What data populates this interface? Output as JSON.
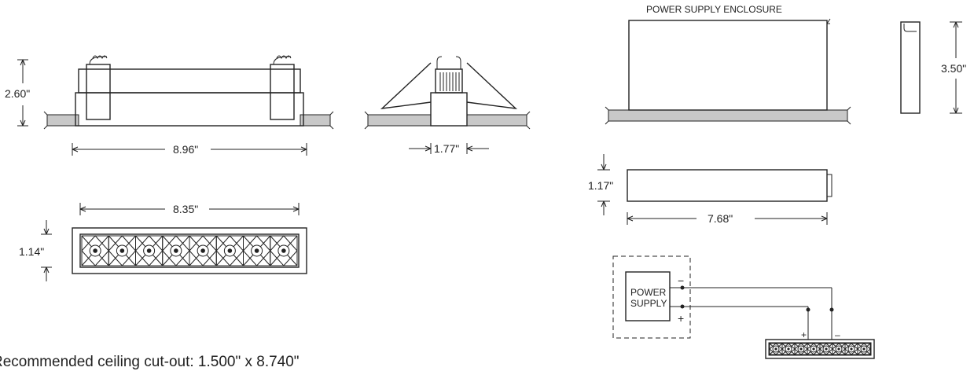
{
  "dimensions": {
    "side_height": "2.60\"",
    "side_width": "8.96\"",
    "end_width": "1.77\"",
    "bottom_length": "8.35\"",
    "bottom_height": "1.14\"",
    "ps_height": "3.50\"",
    "ps_side_height": "1.17\"",
    "ps_length": "7.68\""
  },
  "labels": {
    "enclosure_title": "POWER SUPPLY ENCLOSURE",
    "power_line1": "POWER",
    "power_line2": "SUPPLY",
    "minus": "−",
    "plus": "+",
    "minus_small": "–",
    "plus_small": "+"
  },
  "note": "Recommended ceiling cut-out: 1.500\" x 8.740\"",
  "led_count": 8,
  "wiring_led_count": 8,
  "colors": {
    "line": "#222222",
    "ceiling": "#c8c8c8"
  }
}
